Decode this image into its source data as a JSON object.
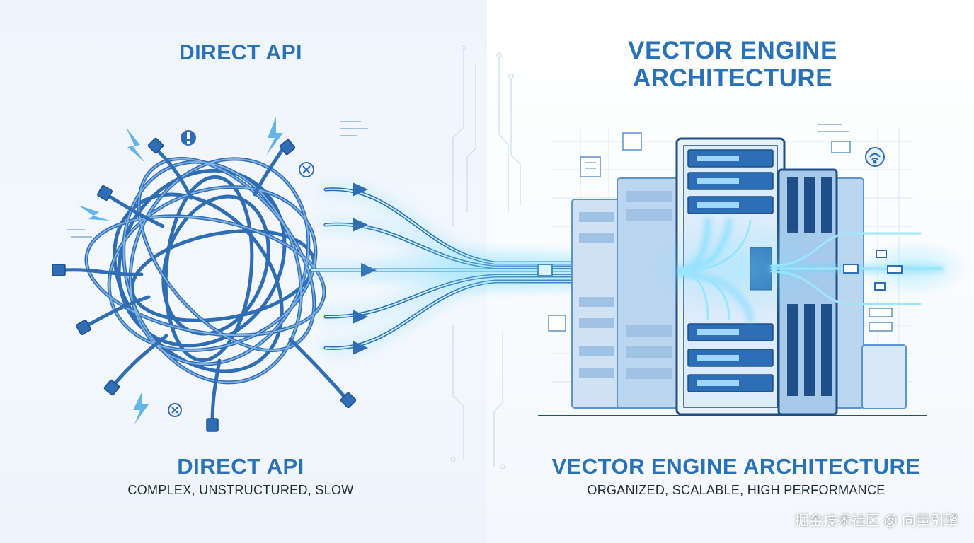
{
  "left": {
    "title_top": "DIRECT API",
    "title_bottom": "DIRECT API",
    "subtitle": "COMPLEX, UNSTRUCTURED, SLOW"
  },
  "right": {
    "title_top_line1": "VECTOR ENGINE",
    "title_top_line2": "ARCHITECTURE",
    "title_bottom": "VECTOR ENGINE ARCHITECTURE",
    "subtitle": "ORGANIZED, SCALABLE, HIGH PERFORMANCE"
  },
  "watermark": "掘金技术社区 @ 向量引擎",
  "icons": [
    "lightning-icon",
    "warning-icon",
    "close-icon",
    "cable-plug-icon",
    "server-rack-icon",
    "wifi-icon",
    "document-icon"
  ],
  "colors": {
    "accent": "#2a72b8",
    "cable": "#2f6db4",
    "glow": "#3ec4ff",
    "server": "#2d6fb6",
    "text": "#1d2a38"
  }
}
